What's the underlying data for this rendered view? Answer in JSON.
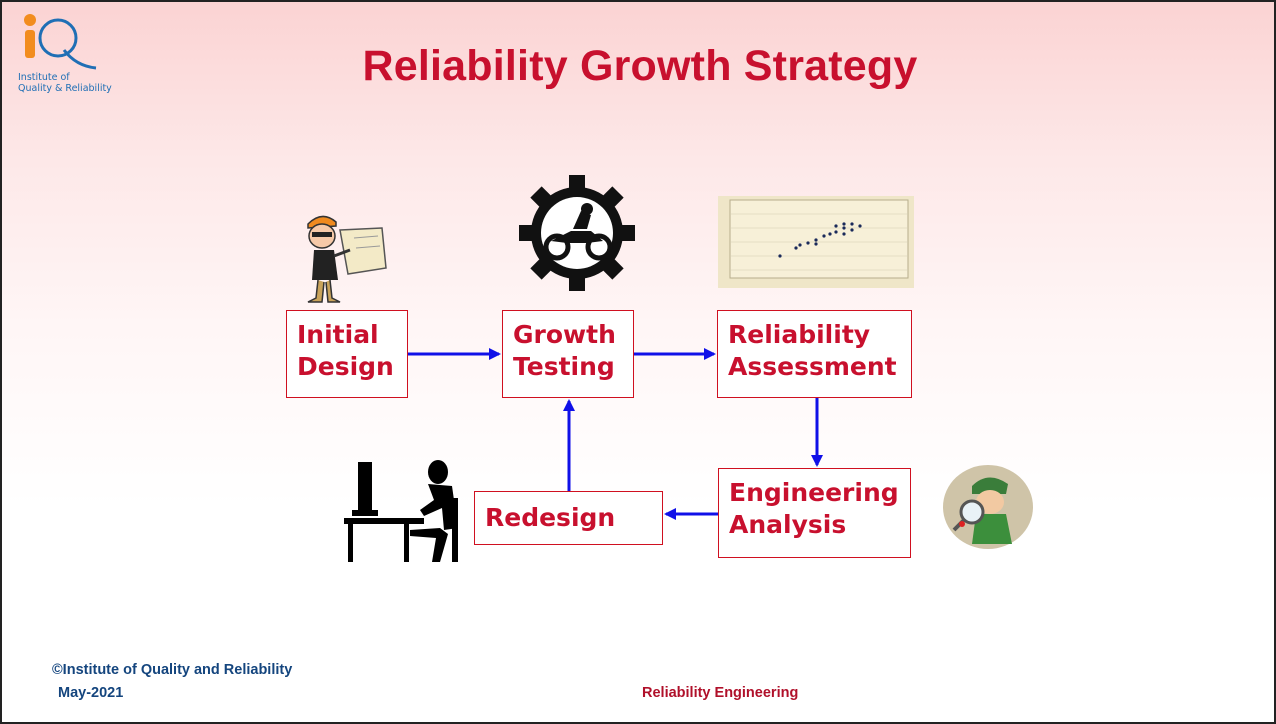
{
  "logo": {
    "text": "Institute of\nQuality & Reliability"
  },
  "title": "Reliability Growth Strategy",
  "boxes": {
    "initial_design": "Initial\nDesign",
    "growth_testing": "Growth\nTesting",
    "reliability_assessment": "Reliability\nAssessment",
    "engineering_analysis": "Engineering\nAnalysis",
    "redesign": "Redesign"
  },
  "colors": {
    "title": "#c8102e",
    "box_border": "#d01020",
    "arrow": "#1010e8",
    "footer_blue": "#14457e"
  },
  "icons": [
    "engineer-with-plans-icon",
    "gear-motorcycle-icon",
    "scatter-plot-icon",
    "detective-magnifier-icon",
    "person-at-computer-icon"
  ],
  "footer": {
    "copyright": "©Institute of Quality and Reliability",
    "date": "May-2021",
    "center": "Reliability Engineering"
  }
}
